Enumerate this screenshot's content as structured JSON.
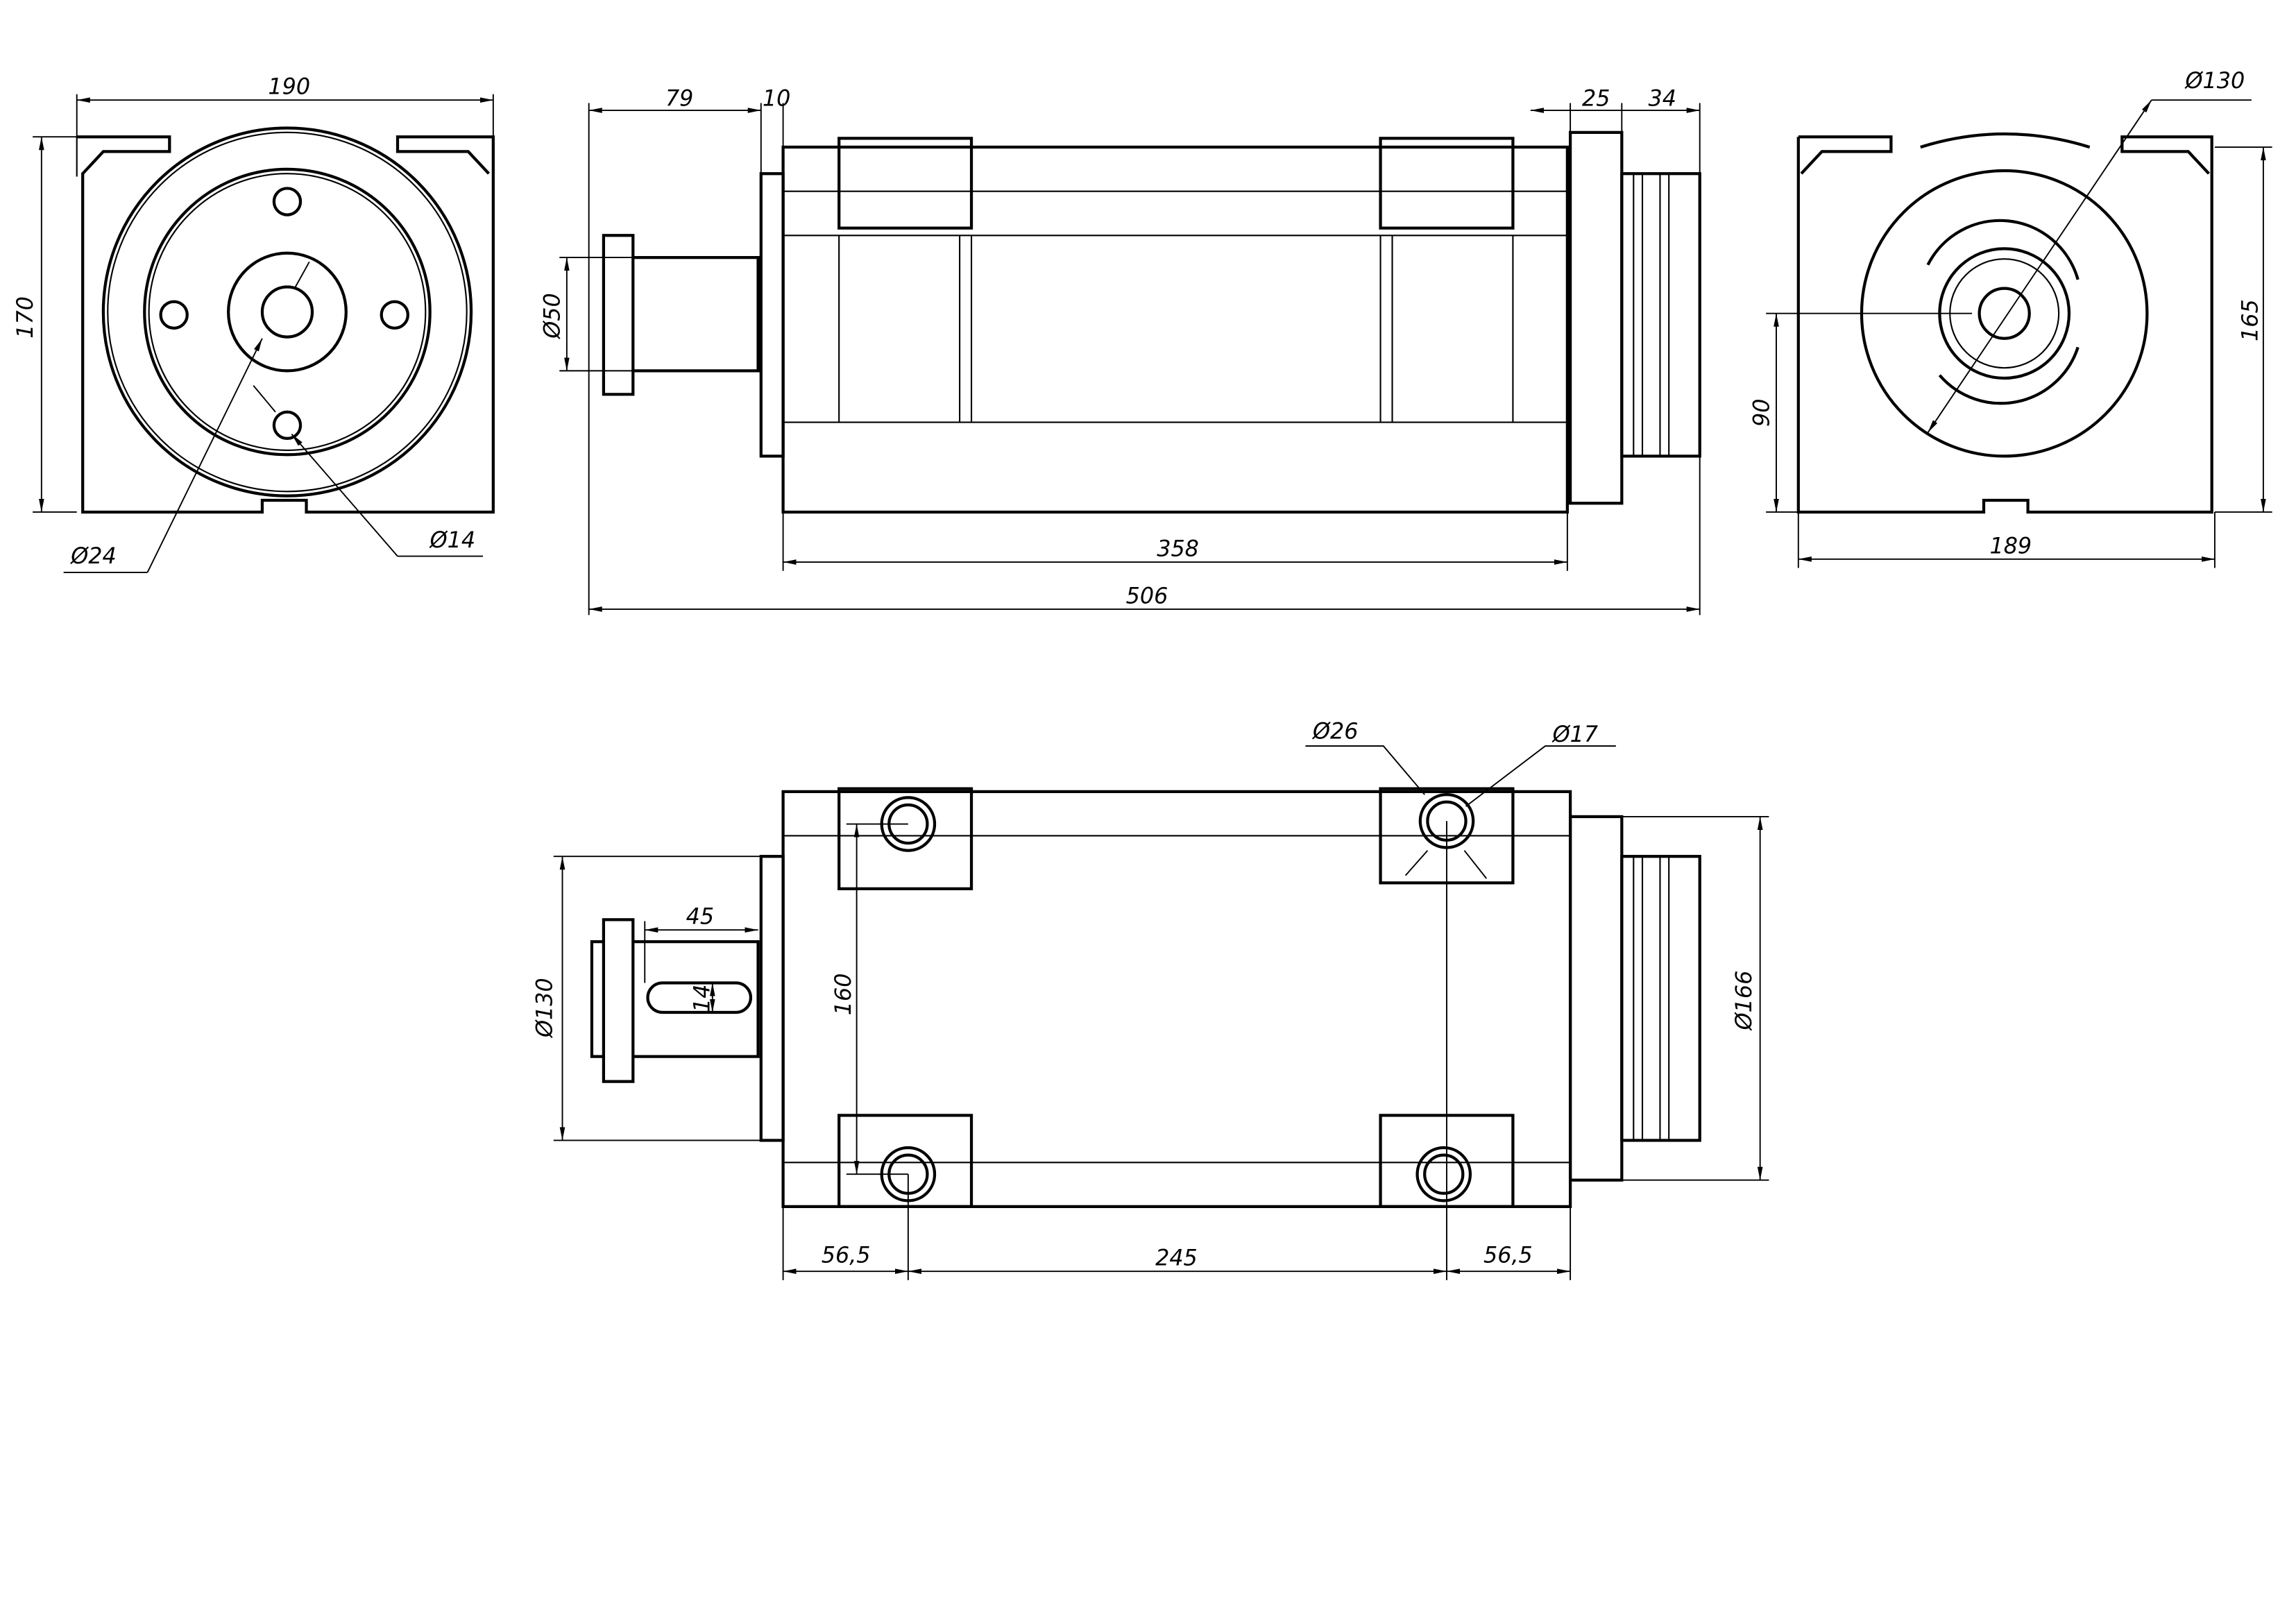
{
  "drawing": {
    "left_view": {
      "width": "190",
      "height": "170",
      "bore_dia": "Ø24",
      "hole_dia": "Ø14"
    },
    "front_view": {
      "shaft_len": "79",
      "flange": "10",
      "right_flange": "25",
      "rings": "34",
      "shaft_dia": "Ø50",
      "body_len": "358",
      "total_len": "506"
    },
    "right_view": {
      "dia": "Ø130",
      "height": "165",
      "center_h": "90",
      "width": "189"
    },
    "top_view": {
      "counterbore": "Ø26",
      "hole": "Ø17",
      "key_len": "45",
      "key_w": "14",
      "flange_dia": "Ø130",
      "spacing_y": "160",
      "ring_dia": "Ø166",
      "edge_left": "56,5",
      "spacing_x": "245",
      "edge_right": "56,5"
    }
  }
}
